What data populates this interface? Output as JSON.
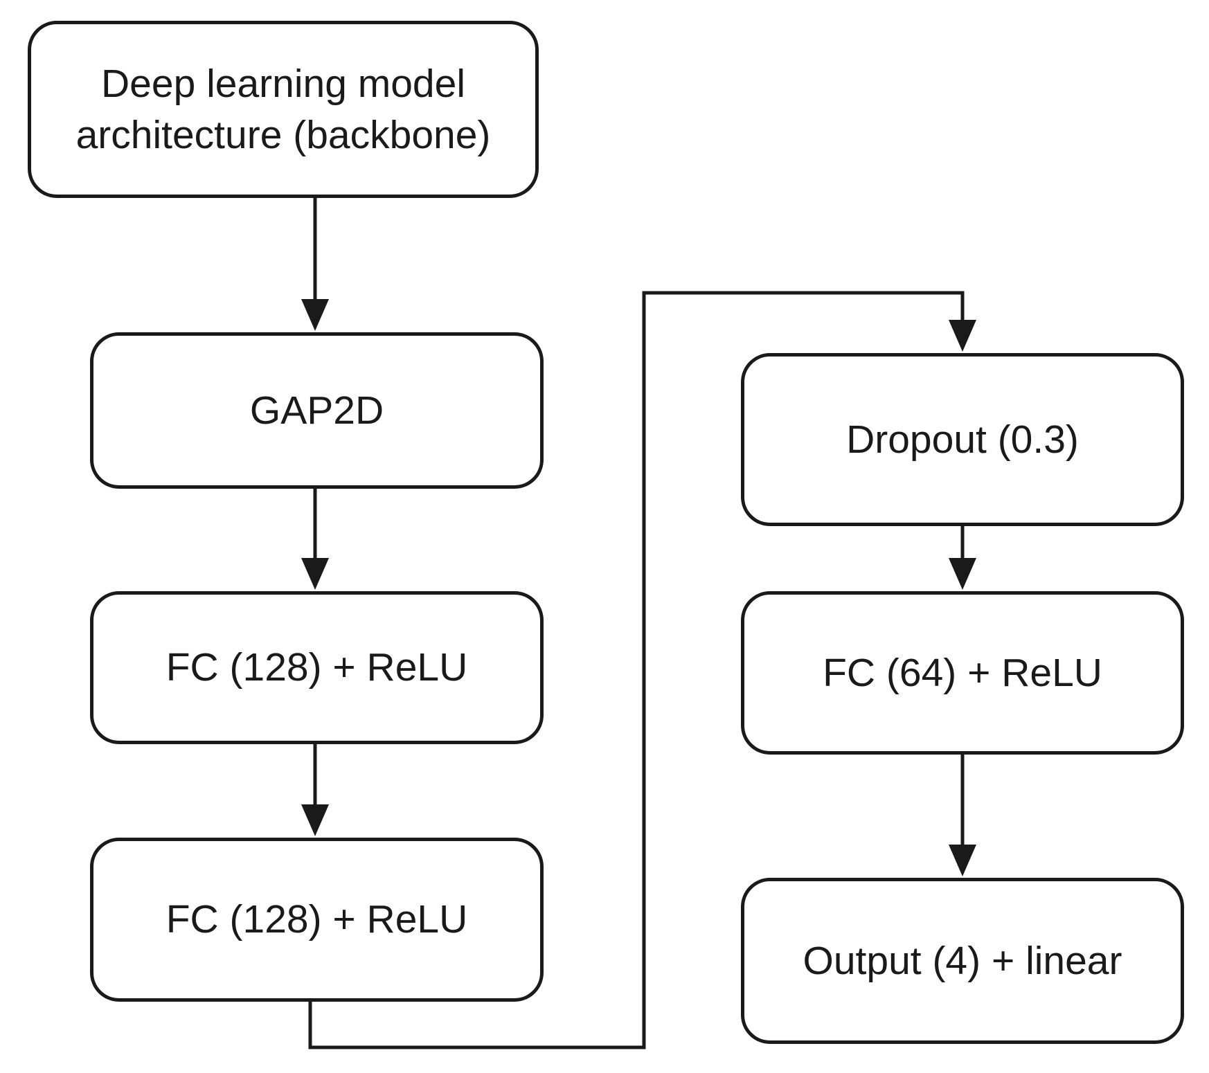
{
  "diagram": {
    "background_color": "#ffffff",
    "stroke_color": "#1a1a1a",
    "nodes": {
      "backbone": {
        "label": "Deep learning model architecture (backbone)"
      },
      "gap2d": {
        "label": "GAP2D"
      },
      "fc128_1": {
        "label": "FC (128) + ReLU"
      },
      "fc128_2": {
        "label": "FC (128) + ReLU"
      },
      "dropout": {
        "label": "Dropout (0.3)"
      },
      "fc64": {
        "label": "FC (64) + ReLU"
      },
      "output": {
        "label": "Output (4) + linear"
      }
    },
    "edges": [
      {
        "from": "backbone",
        "to": "gap2d"
      },
      {
        "from": "gap2d",
        "to": "fc128_1"
      },
      {
        "from": "fc128_1",
        "to": "fc128_2"
      },
      {
        "from": "fc128_2",
        "to": "dropout"
      },
      {
        "from": "dropout",
        "to": "fc64"
      },
      {
        "from": "fc64",
        "to": "output"
      }
    ]
  }
}
